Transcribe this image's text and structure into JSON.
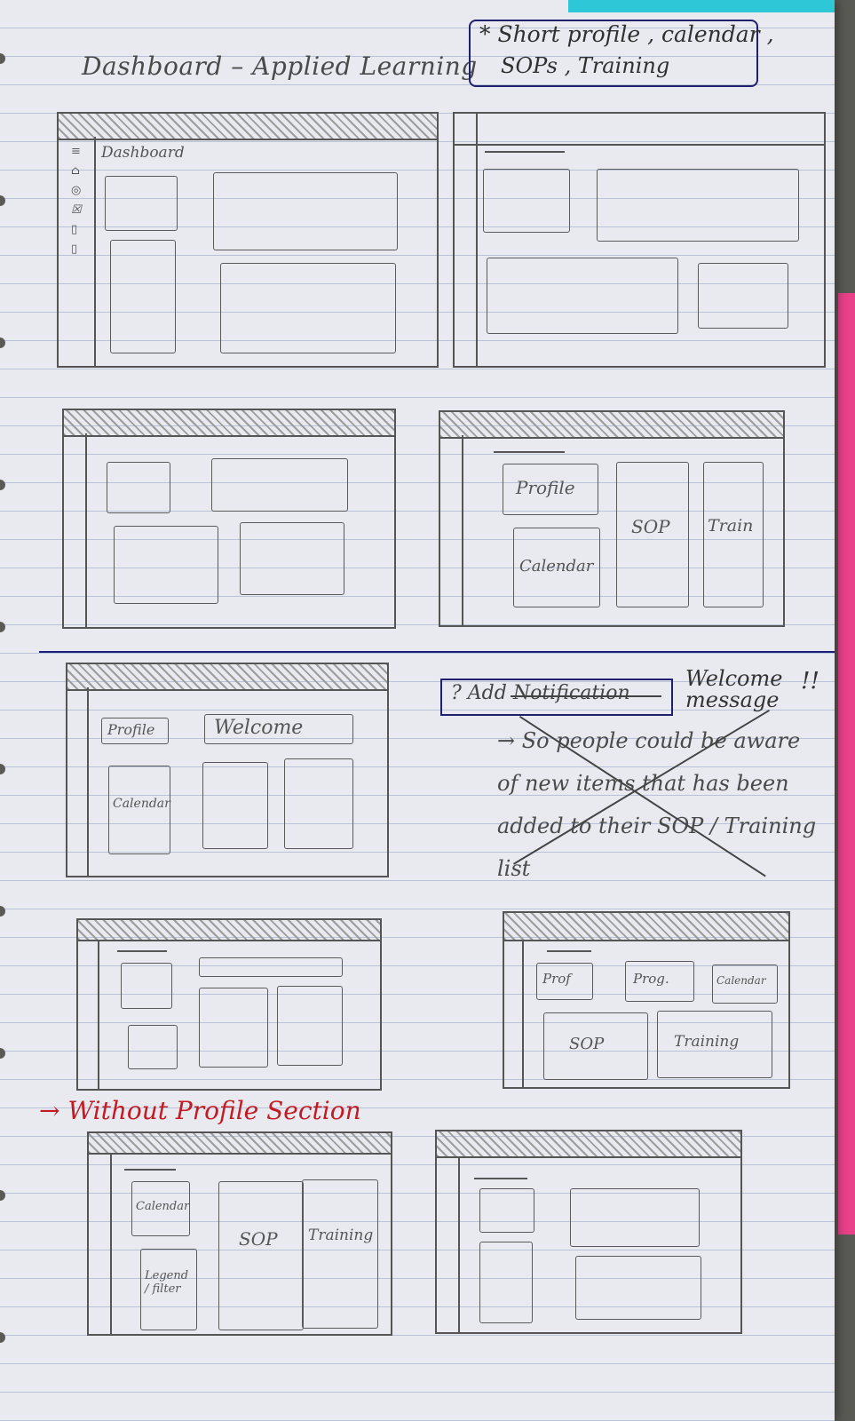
{
  "header": {
    "title": "Dashboard – Applied Learning",
    "note_line1": "* Short profile , calendar ,",
    "note_line2": "SOPs , Training"
  },
  "sketch1": {
    "label": "Dashboard"
  },
  "sketch4": {
    "profile": "Profile",
    "calendar": "Calendar",
    "sop": "SOP",
    "train": "Train"
  },
  "sketch5": {
    "profile": "Profile",
    "welcome": "Welcome",
    "calendar": "Calendar"
  },
  "notes": {
    "question": "? Add Notification",
    "welcome_message": "Welcome message",
    "exclaim": "!!",
    "body": "→ So people could be aware of new items that has been added to their SOP / Training list"
  },
  "sketch8": {
    "prof": "Prof",
    "prog": "Prog.",
    "calendar": "Calendar",
    "sop": "SOP",
    "training": "Training"
  },
  "section_label": "→ Without Profile Section",
  "sketch9": {
    "calendar": "Calendar",
    "legend": "Legend / filter",
    "sop": "SOP",
    "training": "Training"
  }
}
